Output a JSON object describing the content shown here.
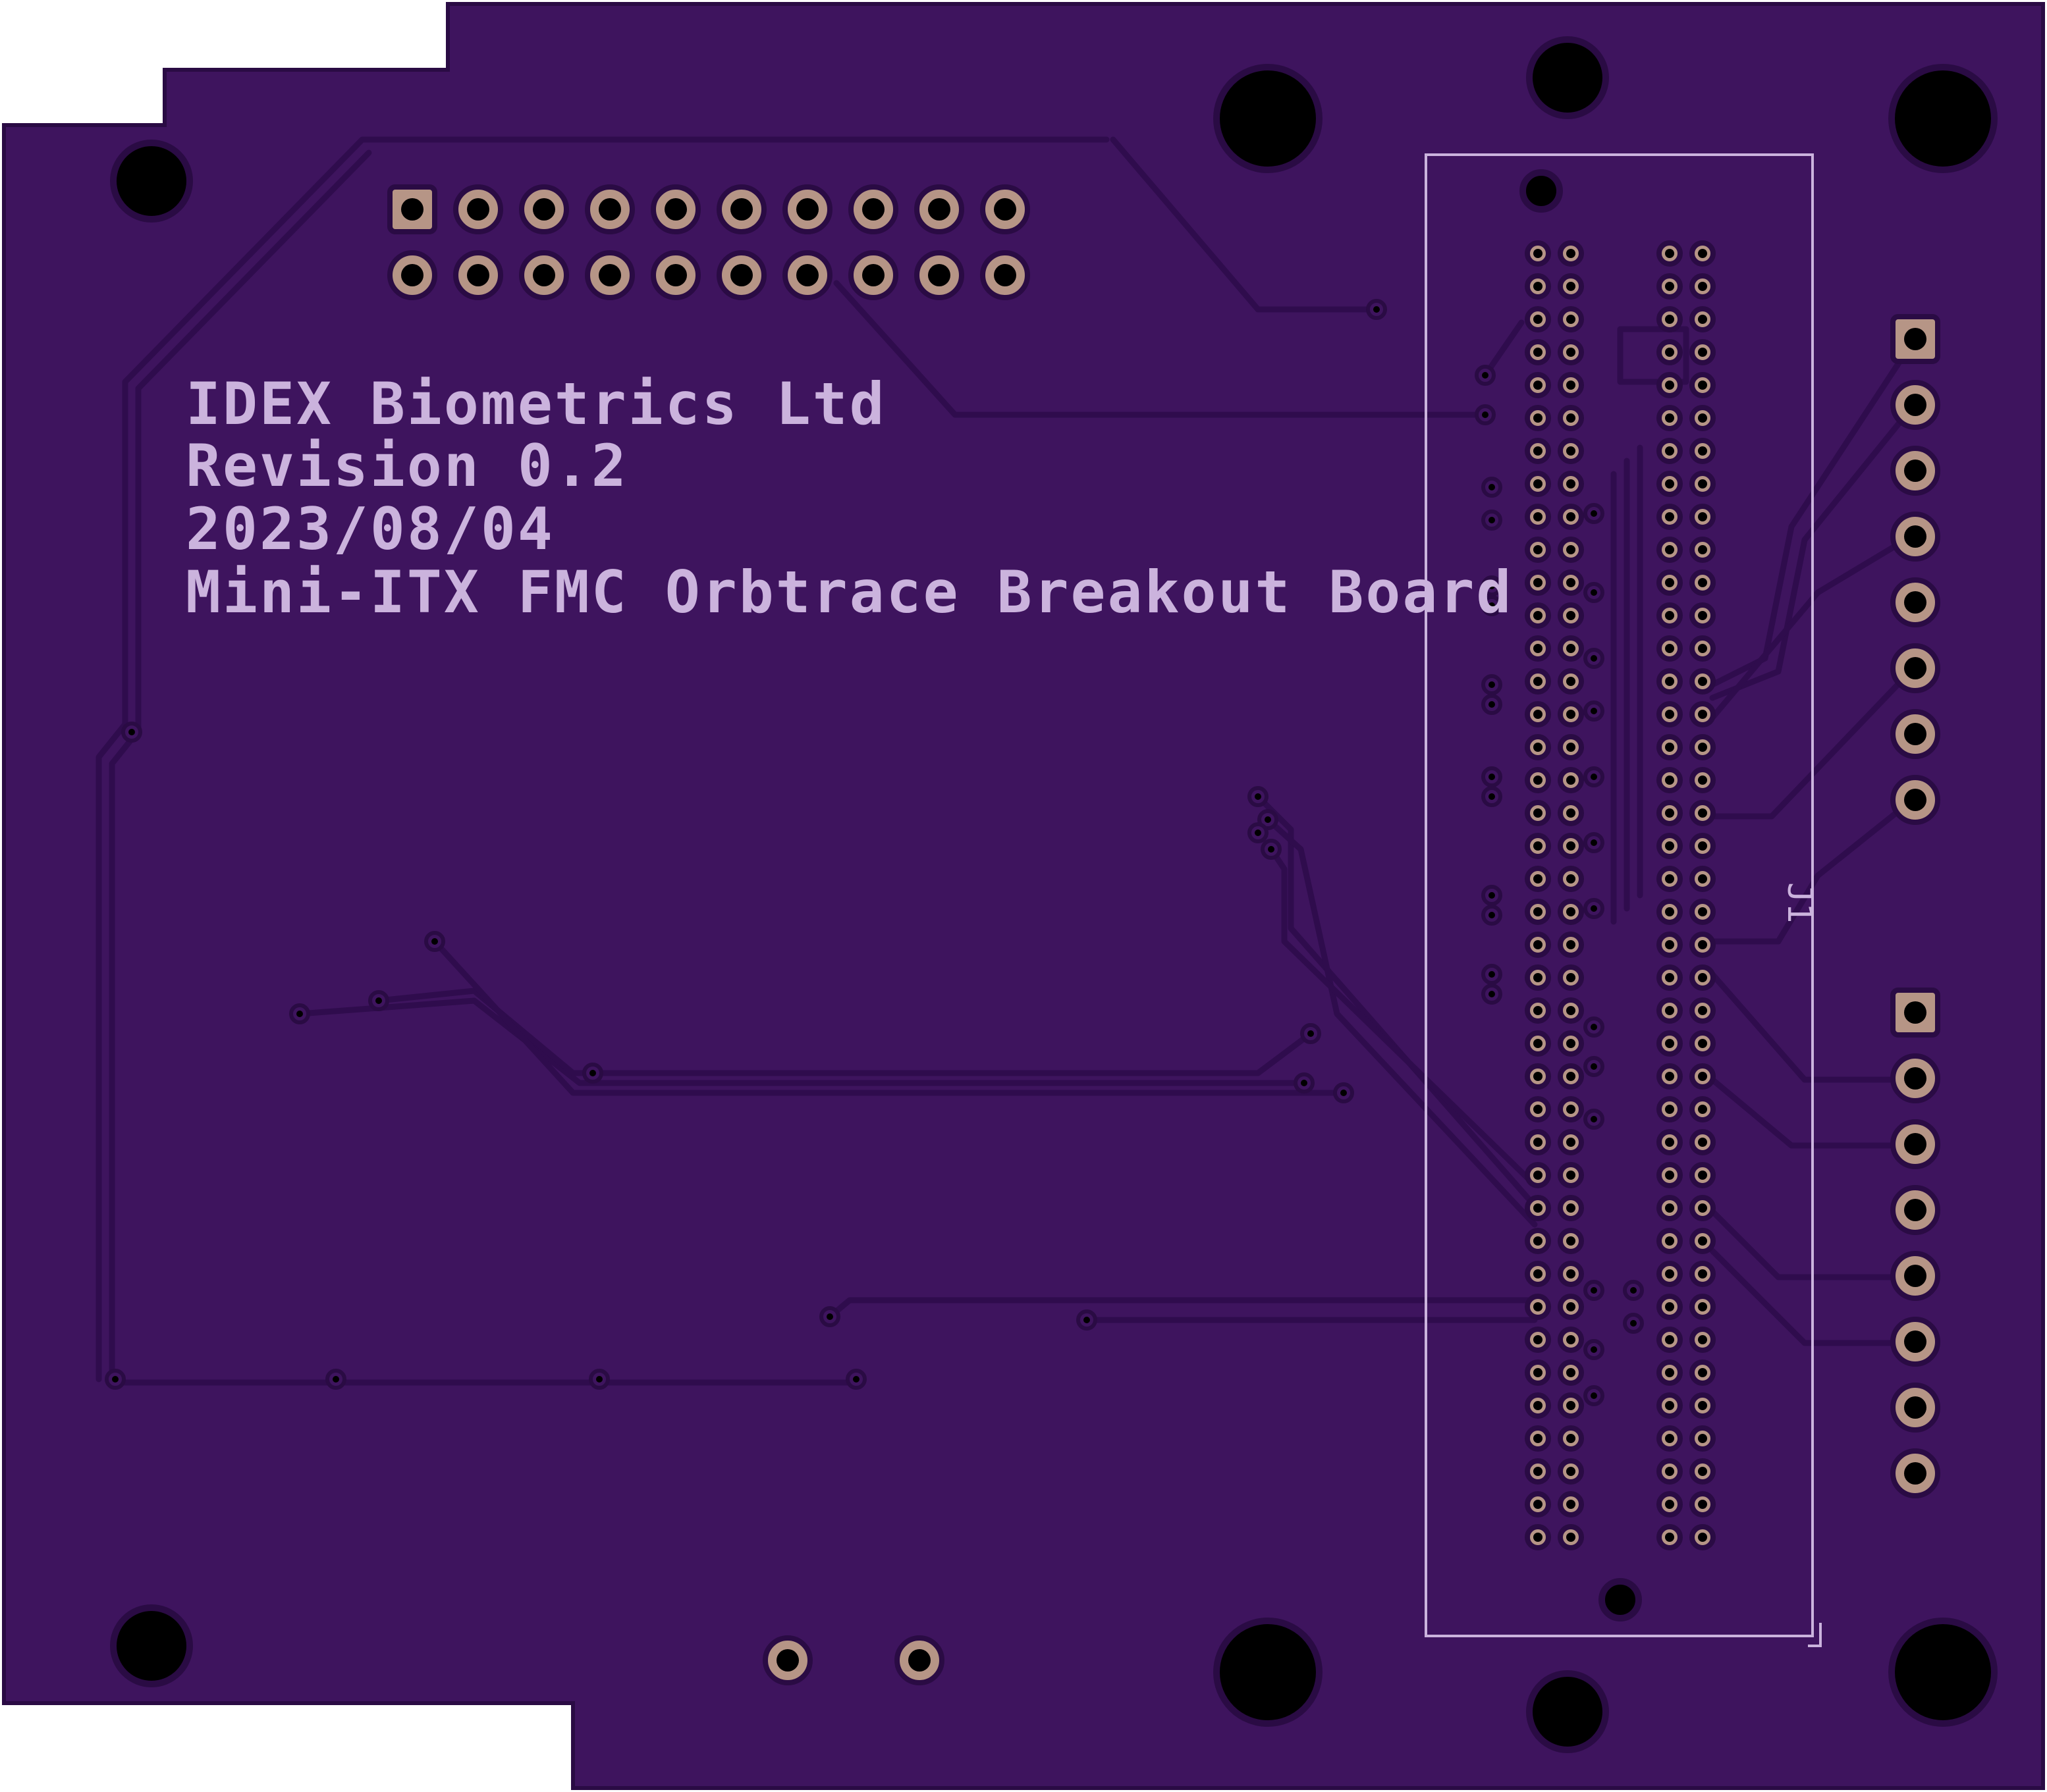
{
  "board": {
    "silkscreen_lines": [
      "IDEX Biometrics Ltd",
      "Revision 0.2",
      "2023/08/04",
      "Mini-ITX FMC Orbtrace Breakout Board"
    ],
    "connector_refdes": "J1"
  },
  "colors": {
    "substrate": "#3e145e",
    "substrate_edge": "#2a0b44",
    "trace": "#2f0c4d",
    "pad": "#b69586",
    "hole": "#000000",
    "silkscreen": "#cbb3dd",
    "background": "#ffffff"
  },
  "headers": {
    "top_header": {
      "rows": 2,
      "columns": 10
    },
    "right_header_upper": {
      "pins": 8
    },
    "right_header_lower": {
      "pins": 8
    },
    "bottom_header": {
      "pins": 2
    }
  },
  "fmc_connector": {
    "pin_columns": 4,
    "pin_rows": 40
  }
}
